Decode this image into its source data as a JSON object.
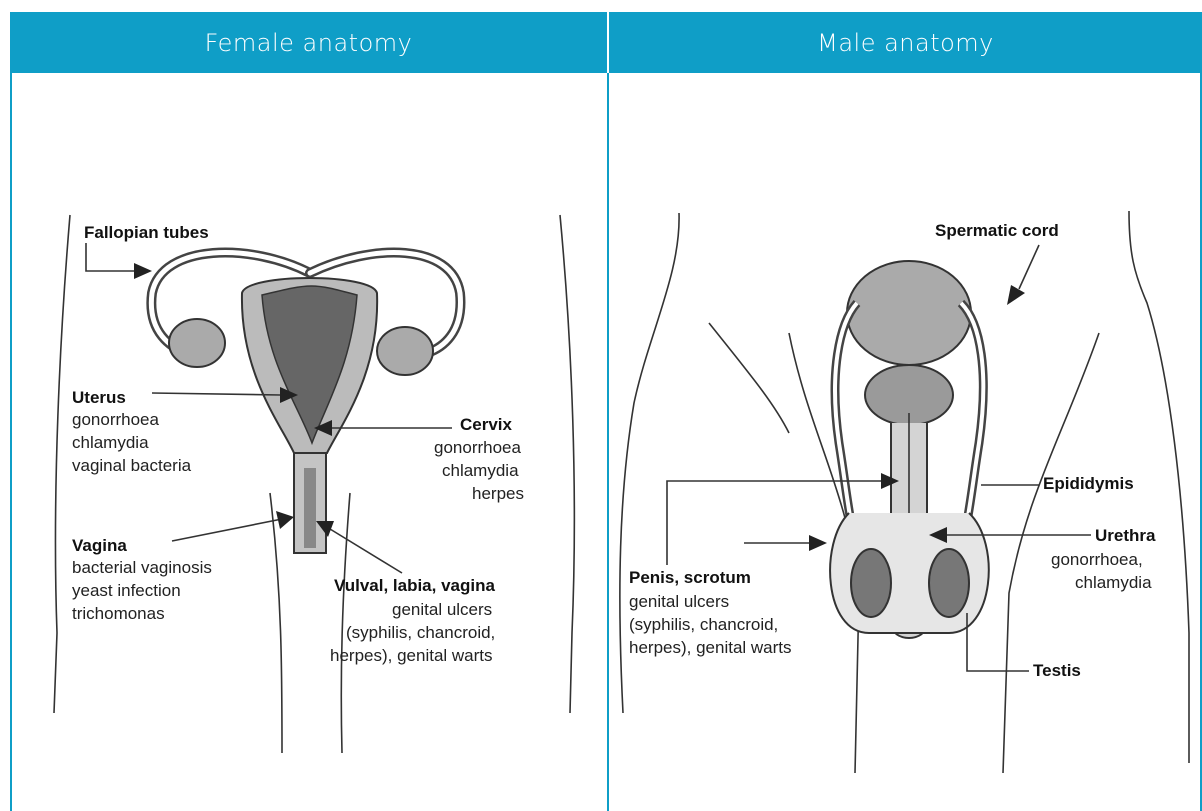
{
  "headers": {
    "female": "Female anatomy",
    "male": "Male anatomy"
  },
  "colors": {
    "header_bg": "#0f9ec7",
    "header_text": "#ffffff",
    "border": "#0f9ec7"
  },
  "female": {
    "fallopian": "Fallopian tubes",
    "uterus": {
      "title": "Uterus",
      "lines": [
        "gonorrhoea",
        "chlamydia",
        "vaginal bacteria"
      ]
    },
    "cervix": {
      "title": "Cervix",
      "lines": [
        "gonorrhoea",
        "chlamydia",
        "herpes"
      ]
    },
    "vagina": {
      "title": "Vagina",
      "lines": [
        "bacterial vaginosis",
        "yeast infection",
        "trichomonas"
      ]
    },
    "vulva": {
      "title": "Vulval, labia, vagina",
      "lines": [
        "genital ulcers",
        "(syphilis, chancroid,",
        "herpes), genital warts"
      ]
    }
  },
  "male": {
    "spermatic": "Spermatic cord",
    "epididymis": "Epididymis",
    "urethra": {
      "title": "Urethra",
      "lines": [
        "gonorrhoea,",
        "chlamydia"
      ]
    },
    "testis": "Testis",
    "penis": {
      "title": "Penis, scrotum",
      "lines": [
        "genital ulcers",
        "(syphilis, chancroid,",
        "herpes), genital warts"
      ]
    }
  }
}
